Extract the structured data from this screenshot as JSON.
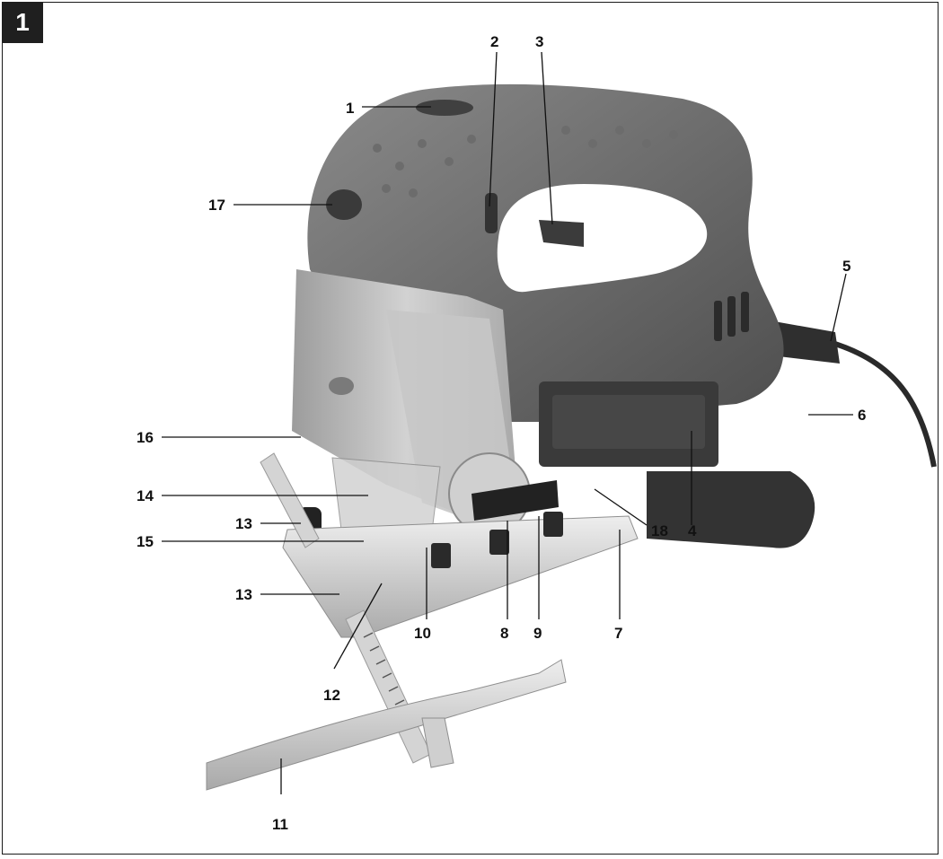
{
  "figure": {
    "number": "1"
  },
  "callouts": [
    {
      "id": "1"
    },
    {
      "id": "2"
    },
    {
      "id": "3"
    },
    {
      "id": "4"
    },
    {
      "id": "5"
    },
    {
      "id": "6"
    },
    {
      "id": "7"
    },
    {
      "id": "8"
    },
    {
      "id": "9"
    },
    {
      "id": "10"
    },
    {
      "id": "11"
    },
    {
      "id": "12"
    },
    {
      "id": "13a",
      "label": "13"
    },
    {
      "id": "13b",
      "label": "13"
    },
    {
      "id": "14"
    },
    {
      "id": "15"
    },
    {
      "id": "16"
    },
    {
      "id": "17"
    },
    {
      "id": "18"
    }
  ],
  "labels": {
    "c1": "1",
    "c2": "2",
    "c3": "3",
    "c4": "4",
    "c5": "5",
    "c6": "6",
    "c7": "7",
    "c8": "8",
    "c9": "9",
    "c10": "10",
    "c11": "11",
    "c12": "12",
    "c13a": "13",
    "c13b": "13",
    "c14": "14",
    "c15": "15",
    "c16": "16",
    "c17": "17",
    "c18": "18"
  },
  "colors": {
    "body_dark": "#5a5a5a",
    "body_mid": "#7a7a7a",
    "silver": "#b9b9b9",
    "metal": "#d6d6d6",
    "cord": "#2a2a2a"
  }
}
